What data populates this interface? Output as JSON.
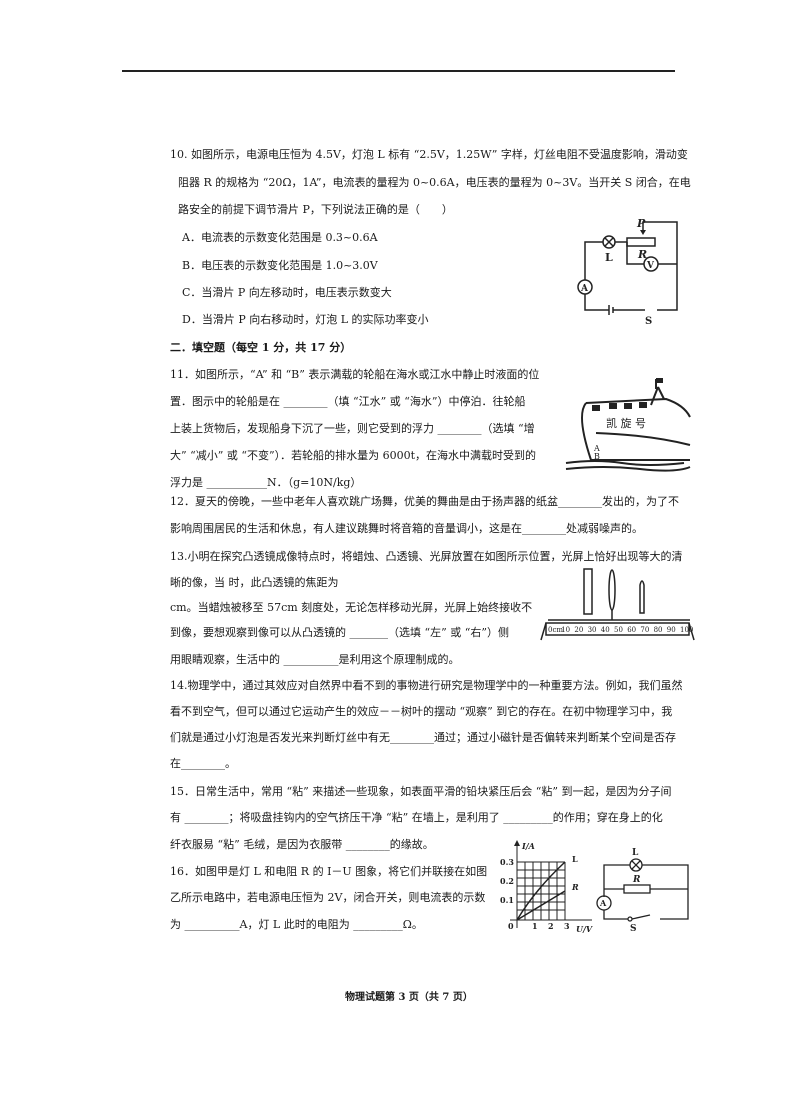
{
  "q10": {
    "lines": [
      "10. 如图所示，电源电压恒为 4.5V，灯泡 L 标有 “2.5V，1.25W” 字样，灯丝电阻不受温度影响，滑动变",
      "阻器 R 的规格为 “20Ω，1A”，电流表的量程为 0~0.6A，电压表的量程为 0~3V。当开关 S 闭合，在电",
      "路安全的前提下调节滑片 P，下列说法正确的是（　　）"
    ],
    "options": [
      "A．电流表的示数变化范围是 0.3~0.6A",
      "B．电压表的示数变化范围是 1.0~3.0V",
      "C．当滑片 P 向左移动时，电压表示数变大",
      "D．当滑片 P 向右移动时，灯泡 L 的实际功率变小"
    ],
    "figure_labels": {
      "p": "P",
      "r": "R",
      "l": "L",
      "v": "V",
      "a": "A",
      "s": "S"
    }
  },
  "section2": "二．填空题（每空 1 分，共 17 分）",
  "q11": {
    "lines": [
      "11．如图所示，“A” 和 “B” 表示满载的轮船在海水或江水中静止时液面的位",
      "置．图示中的轮船是在 ________（填 “江水” 或 “海水”）中停泊．往轮船",
      "上装上货物后，发现船身下沉了一些，则它受到的浮力 ________（选填 “增",
      "大” “减小” 或 “不变”）．若轮船的排水量为 6000t，在海水中满载时受到的",
      "浮力是 ___________N．（g=10N/kg）"
    ],
    "figure_labels": {
      "ship_name": "凯 旋 号",
      "a": "A",
      "b": "B"
    }
  },
  "q12": {
    "lines": [
      "12．夏天的傍晚，一些中老年人喜欢跳广场舞，优美的舞曲是由于扬声器的纸盆________发出的，为了不",
      "影响周围居民的生活和休息，有人建议跳舞时将音箱的音量调小，这是在________处减弱噪声的。"
    ]
  },
  "q13": {
    "lines": [
      "13.小明在探究凸透镜成像特点时，将蜡烛、凸透镜、光屏放置在如图所示位置，光屏上恰好出现等大的清",
      "晰的像，当                              时，此凸透镜的焦距为",
      "cm。当蜡烛被移至 57cm 刻度处，无论怎样移动光屏，光屏上始终接收不",
      "到像，要想观察到像可以从凸透镜的 _______（选填 “左” 或 “右”）侧",
      "用眼睛观察，生活中的 __________是利用这个原理制成的。"
    ],
    "ruler_ticks": [
      "0cm",
      "10",
      "20",
      "30",
      "40",
      "50",
      "60",
      "70",
      "80",
      "90",
      "100"
    ]
  },
  "q14": {
    "lines": [
      "14.物理学中，通过其效应对自然界中看不到的事物进行研究是物理学中的一种重要方法。例如，我们虽然",
      "看不到空气，但可以通过它运动产生的效应－－树叶的摆动 “观察” 到它的存在。在初中物理学习中，我",
      "们就是通过小灯泡是否发光来判断灯丝中有无________通过；通过小磁针是否偏转来判断某个空间是否存",
      "在________。"
    ]
  },
  "q15": {
    "lines": [
      "15．日常生活中，常用 “粘” 来描述一些现象，如表面平滑的铅块紧压后会 “粘” 到一起，是因为分子间",
      "有 ________；将吸盘挂钩内的空气挤压干净 “粘” 在墙上，是利用了 _________的作用；穿在身上的化",
      "纤衣服易 “粘” 毛绒，是因为衣服带 ________的缘故。"
    ]
  },
  "q16": {
    "lines": [
      "16．如图甲是灯 L 和电阻 R 的 I－U 图象，将它们并联接在如图",
      "乙所示电路中，若电源电压恒为 2V，闭合开关，则电流表的示数",
      "为 __________A，灯 L 此时的电阻为 _________Ω。"
    ],
    "graph": {
      "ylabel": "I/A",
      "xlabel": "U/V",
      "yticks": [
        "0.3",
        "0.2",
        "0.1"
      ],
      "xticks": [
        "0",
        "1",
        "2",
        "3"
      ],
      "series_labels": [
        "L",
        "R"
      ]
    },
    "circuit_labels": {
      "l": "L",
      "r": "R",
      "a": "A",
      "s": "S"
    }
  },
  "footer": "物理试题第 3 页（共 7 页）"
}
